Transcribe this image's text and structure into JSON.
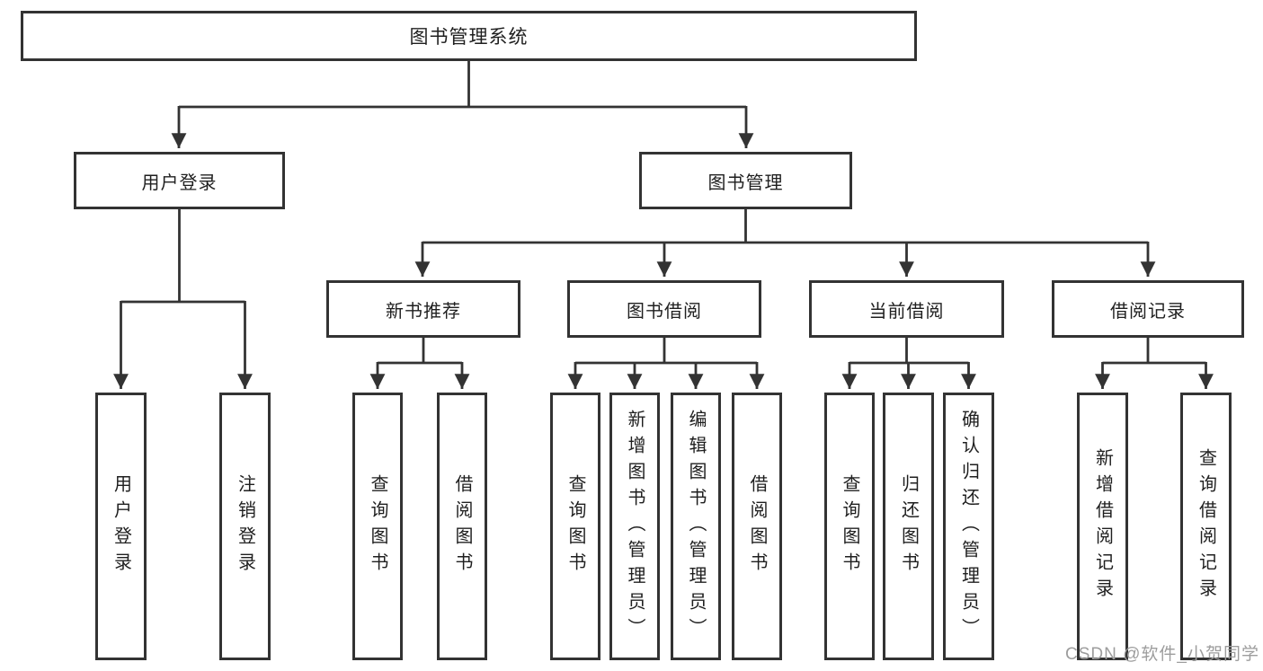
{
  "diagram": {
    "root": {
      "label": "图书管理系统"
    },
    "level2": {
      "user_login": {
        "label": "用户登录"
      },
      "book_mgmt": {
        "label": "图书管理"
      }
    },
    "level3": {
      "new_books": {
        "label": "新书推荐"
      },
      "borrow": {
        "label": "图书借阅"
      },
      "current": {
        "label": "当前借阅"
      },
      "records": {
        "label": "借阅记录"
      }
    },
    "leaves": {
      "login": {
        "label": "用户登录"
      },
      "logout": {
        "label": "注销登录"
      },
      "nb_query": {
        "label": "查询图书"
      },
      "nb_borrow": {
        "label": "借阅图书"
      },
      "bb_query": {
        "label": "查询图书"
      },
      "bb_add": {
        "label": "新增图书（管理员）"
      },
      "bb_edit": {
        "label": "编辑图书（管理员）"
      },
      "bb_borrow": {
        "label": "借阅图书"
      },
      "cb_query": {
        "label": "查询图书"
      },
      "cb_return": {
        "label": "归还图书"
      },
      "cb_confirm": {
        "label": "确认归还（管理员）"
      },
      "rec_add": {
        "label": "新增借阅记录"
      },
      "rec_query": {
        "label": "查询借阅记录"
      }
    }
  },
  "watermark": {
    "text": "CSDN @软件_小贺同学"
  },
  "colors": {
    "line": "#333333",
    "box_border": "#333333",
    "box_fill": "#ffffff",
    "text": "#1f1f1f",
    "watermark": "#9d9d9d",
    "background": "#ffffff"
  }
}
